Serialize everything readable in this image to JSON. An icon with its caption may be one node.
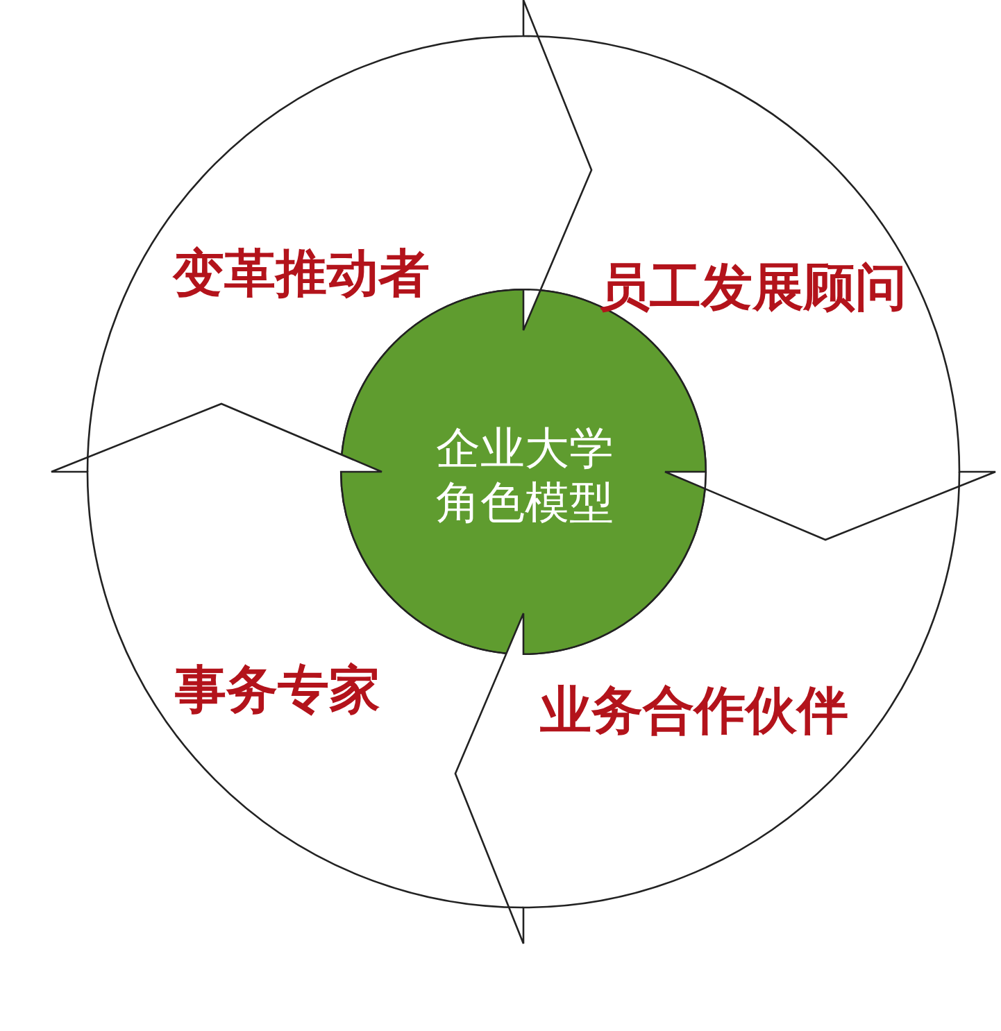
{
  "diagram": {
    "nodes": [
      {
        "text": [
          "变革推动者"
        ]
      },
      {
        "text": [
          "员工发展顾问"
        ]
      },
      {
        "text": [
          "企业大学角色模型"
        ]
      },
      {
        "text": [
          "事务专家"
        ]
      },
      {
        "text": [
          "业务合作伙伴"
        ]
      }
    ]
  }
}
